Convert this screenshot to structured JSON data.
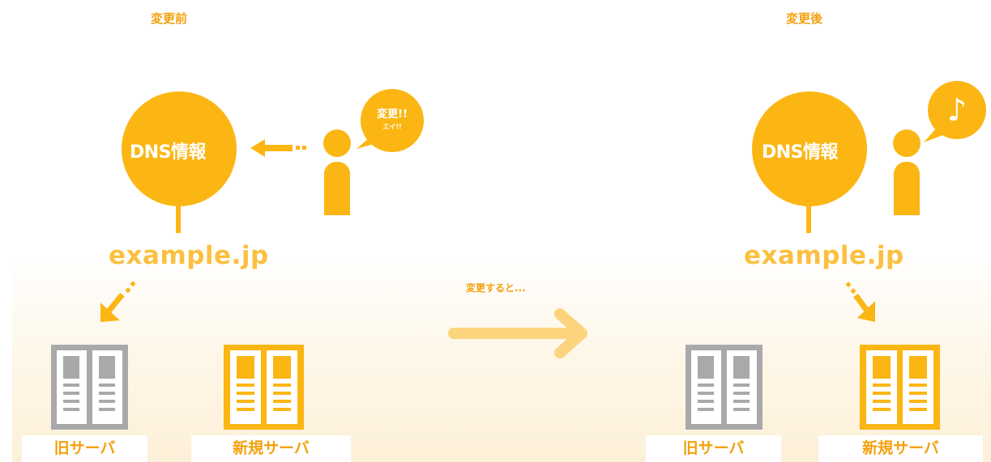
{
  "before": {
    "title": "変更前",
    "balloon_text": "DNS情報",
    "domain": "example.jp",
    "speech_line1": "変更!!",
    "speech_line2": "エイ!!",
    "server_old_label": "旧サーバ",
    "server_new_label": "新規サーバ"
  },
  "transition_label": "変更すると...",
  "after": {
    "title": "変更後",
    "balloon_text": "DNS情報",
    "domain": "example.jp",
    "speech_symbol": "♪",
    "server_old_label": "旧サーバ",
    "server_new_label": "新規サーバ"
  },
  "colors": {
    "accent": "#fbb614",
    "label": "#f2a10d",
    "old_server": "#a9a9a9",
    "arrow_big": "#fdd47e"
  }
}
